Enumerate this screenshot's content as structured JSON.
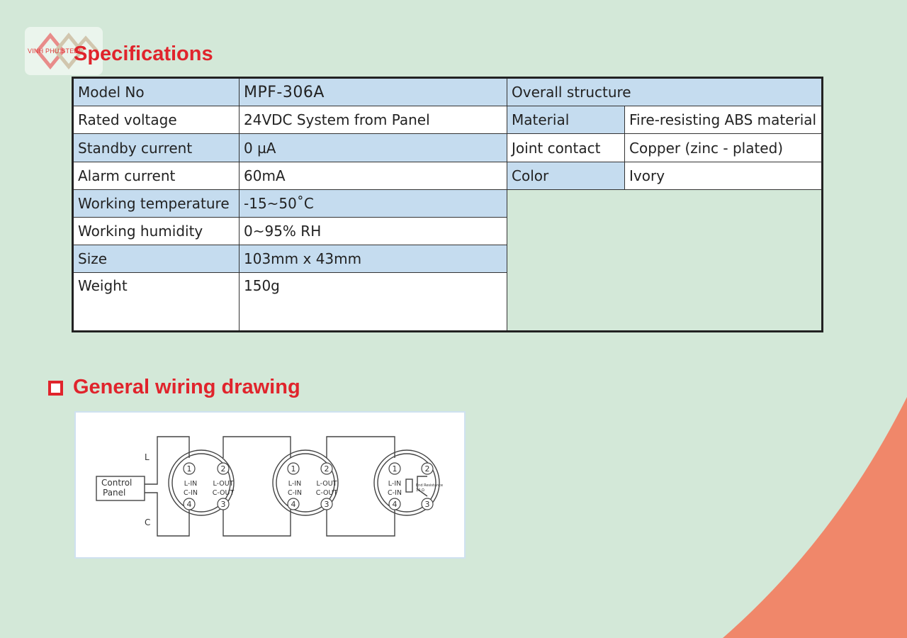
{
  "logo": {
    "text": "VINH PHU STEEL",
    "icon": "steel-logo-icon",
    "color": "#e03a3a"
  },
  "specifications": {
    "title": "Specifications",
    "rows": [
      {
        "label": "Model No",
        "value": "MPF-306A"
      },
      {
        "label": "Rated voltage",
        "value": "24VDC System from Panel"
      },
      {
        "label": "Standby current",
        "value": "0 µA"
      },
      {
        "label": "Alarm current",
        "value": "60mA"
      },
      {
        "label": "Working temperature",
        "value": "-15~50˚C"
      },
      {
        "label": "Working humidity",
        "value": "0~95% RH"
      },
      {
        "label": "Size",
        "value": "103mm x 43mm"
      },
      {
        "label": "Weight",
        "value": "150g"
      }
    ],
    "structure": {
      "header": "Overall structure",
      "rows": [
        {
          "label": "Material",
          "value": "Fire-resisting ABS material"
        },
        {
          "label": "Joint contact",
          "value": "Copper (zinc - plated)"
        },
        {
          "label": "Color",
          "value": "Ivory"
        }
      ]
    }
  },
  "wiring": {
    "title": "General wiring drawing",
    "bullet_icon": "square-bullet-icon",
    "control_panel": [
      "Control",
      "Panel"
    ],
    "line_l": "L",
    "line_c": "C",
    "terminals": [
      "1",
      "2",
      "3",
      "4"
    ],
    "labels": {
      "l_in": "L-IN",
      "c_in": "C-IN",
      "l_out": "L-OUT",
      "c_out": "C-OUT"
    },
    "end_resistance": [
      "End Resistance",
      "10 Ω"
    ]
  },
  "colors": {
    "background": "#d3e8d8",
    "accent_red": "#e0242c",
    "table_blue": "#c5dcef",
    "corner": "#f0876a"
  }
}
